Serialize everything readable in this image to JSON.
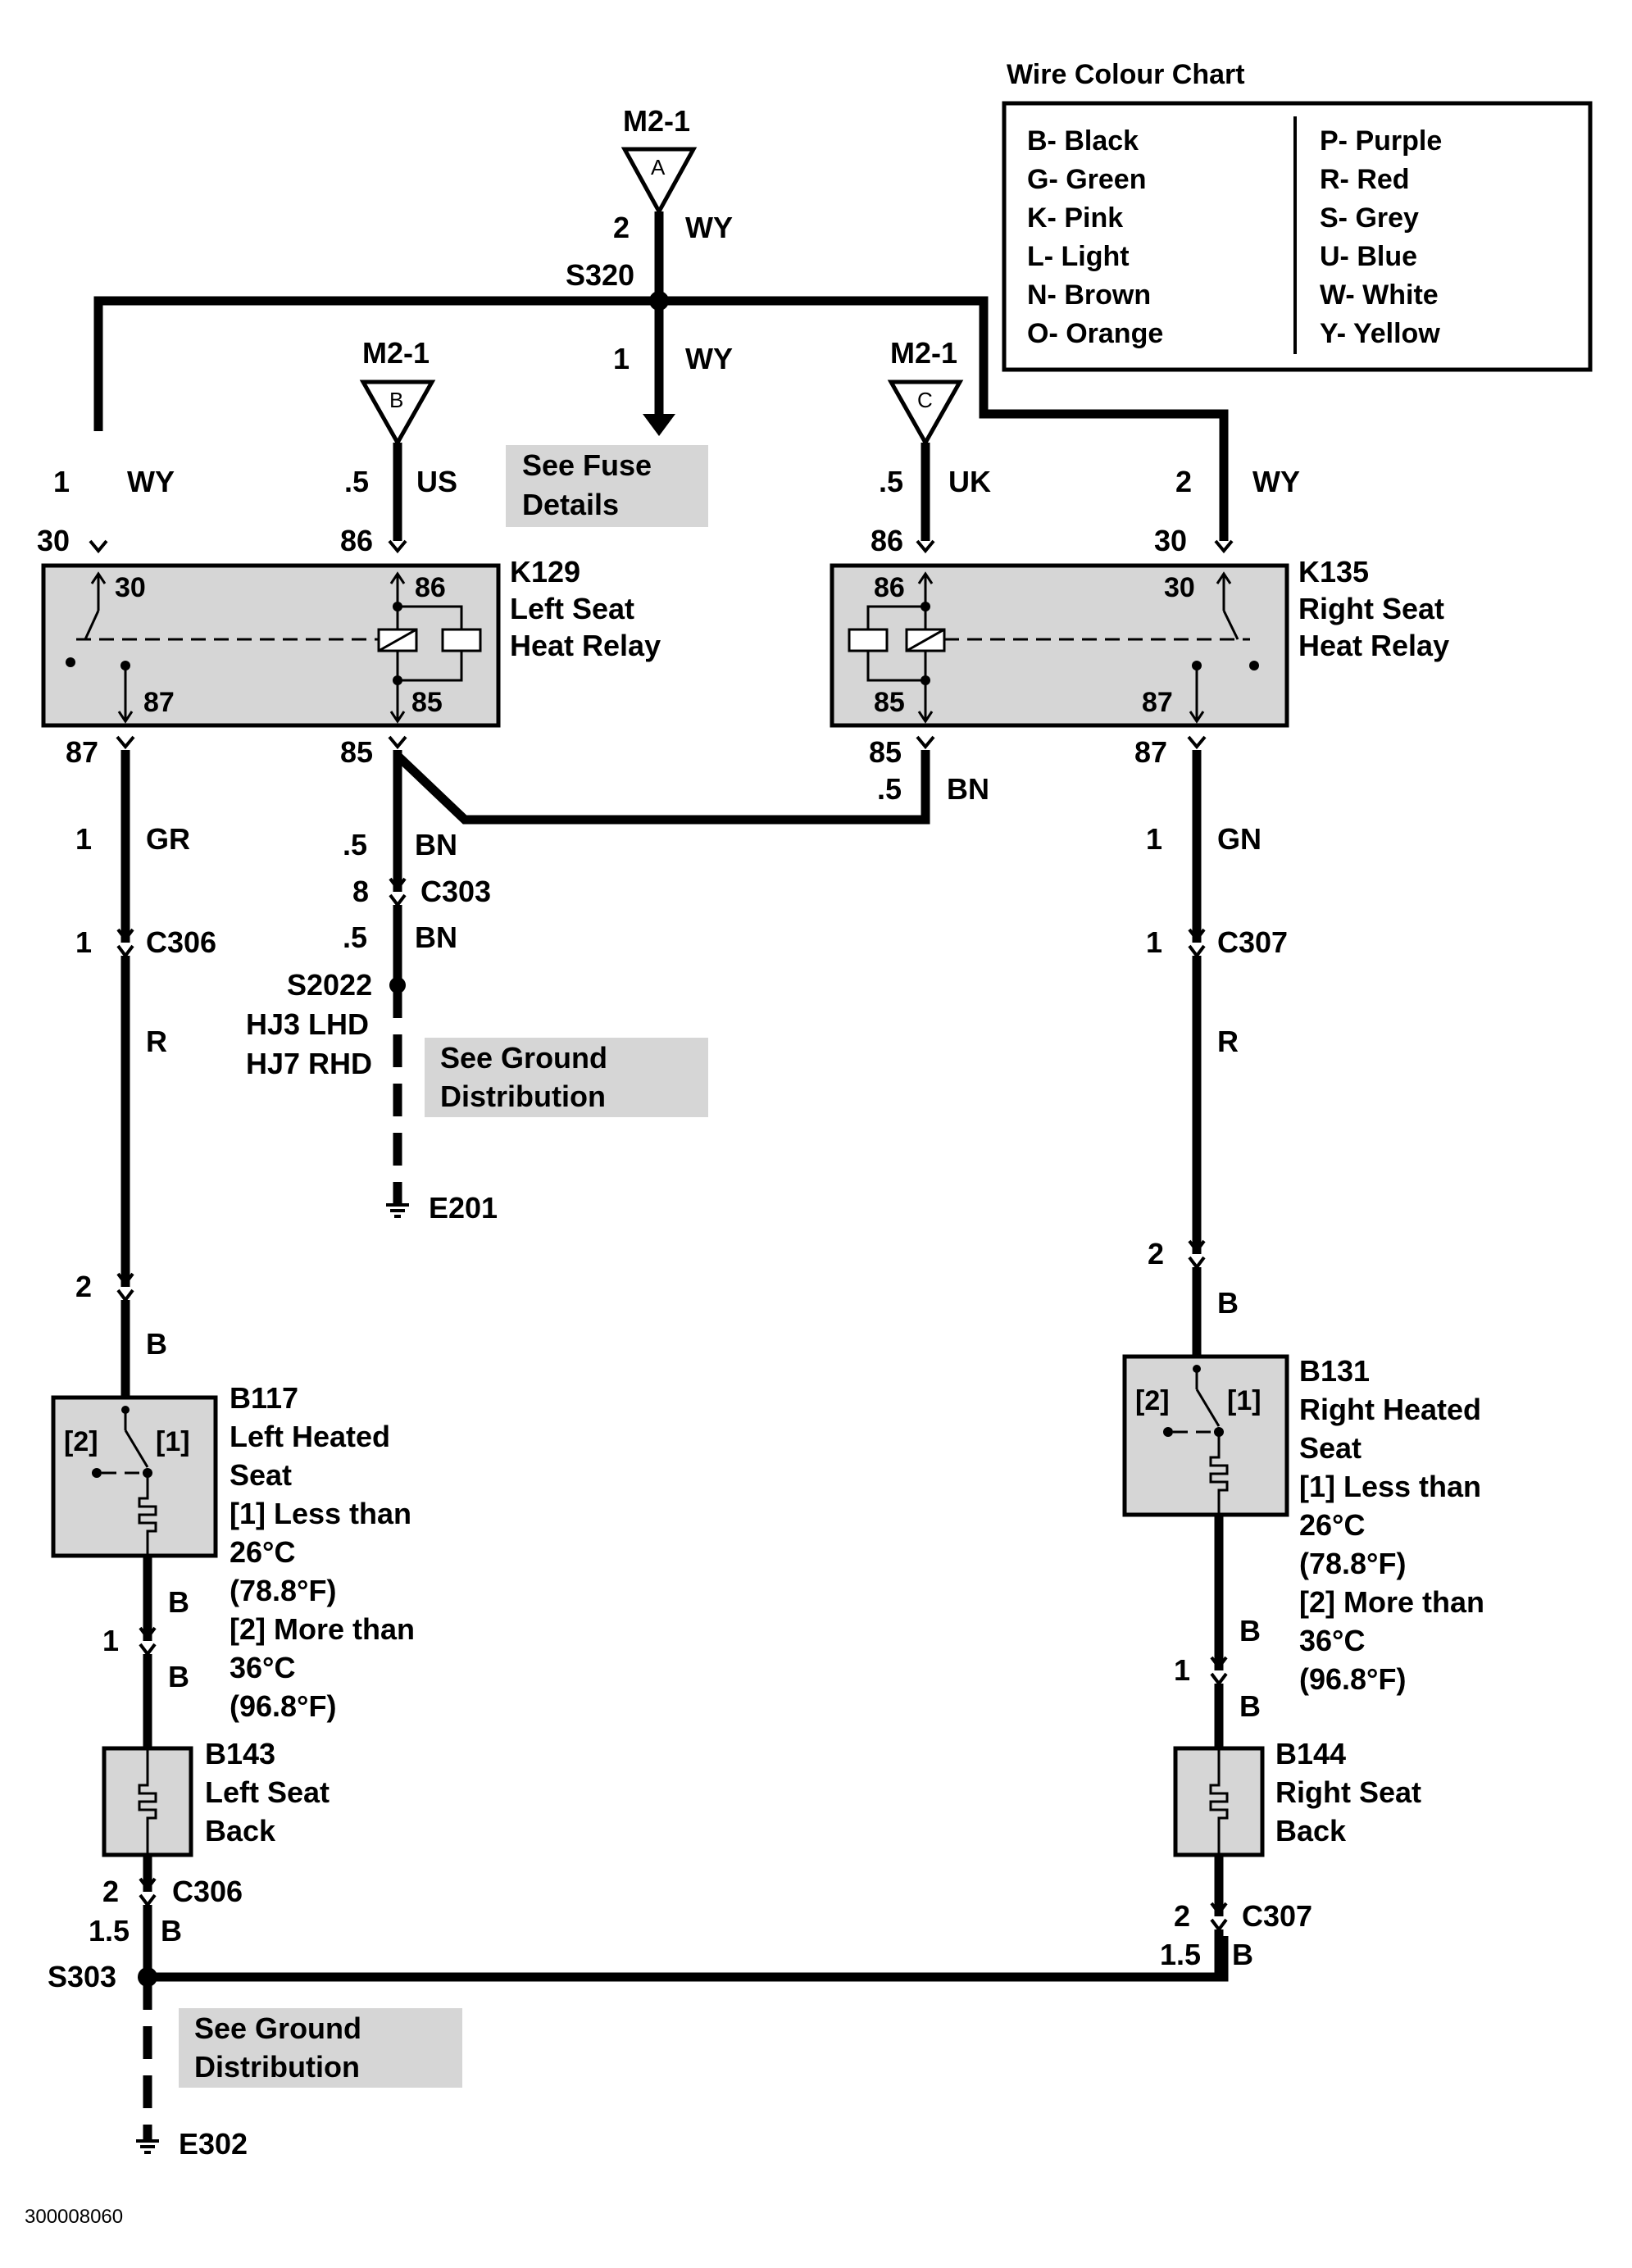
{
  "wire_colour_chart": {
    "title": "Wire Colour Chart",
    "left": [
      "B- Black",
      "G- Green",
      "K- Pink",
      "L- Light",
      "N- Brown",
      "O- Orange"
    ],
    "right": [
      "P- Purple",
      "R- Red",
      "S- Grey",
      "U- Blue",
      "W- White",
      "Y- Yellow"
    ]
  },
  "connectors": {
    "m2_1_a": {
      "id": "M2-1",
      "pin": "A"
    },
    "m2_1_b": {
      "id": "M2-1",
      "pin": "B"
    },
    "m2_1_c": {
      "id": "M2-1",
      "pin": "C"
    }
  },
  "splices": {
    "s320": "S320",
    "s2022": "S2022",
    "s303": "S303"
  },
  "notes": {
    "fuse_1": "See Fuse",
    "fuse_2": "Details",
    "ground1_1": "See Ground",
    "ground1_2": "Distribution",
    "ground2_1": "See Ground",
    "ground2_2": "Distribution"
  },
  "wires": {
    "top_size": "2",
    "top_color": "WY",
    "fuse_size": "1",
    "fuse_color": "WY",
    "k129_30_size": "1",
    "k129_30_color": "WY",
    "k129_86_size": ".5",
    "k129_86_color": "US",
    "k135_86_size": ".5",
    "k135_86_color": "UK",
    "k135_30_size": "2",
    "k135_30_color": "WY",
    "k129_87_size": "1",
    "k129_87_color": "GR",
    "k129_85_size": ".5",
    "k129_85_color": "BN",
    "c303_after_size": ".5",
    "c303_after_color": "BN",
    "k135_85_size": ".5",
    "k135_85_color": "BN",
    "k135_87_size": "1",
    "k135_87_color": "GN",
    "left_r": "R",
    "right_r": "R",
    "left_b1": "B",
    "left_b2": "B",
    "left_b3": "B",
    "right_b1": "B",
    "right_b2": "B",
    "right_b3": "B",
    "left_gnd_size": "1.5",
    "left_gnd_color": "B",
    "right_gnd_size": "1.5",
    "right_gnd_color": "B"
  },
  "relays": {
    "k129": {
      "id": "K129",
      "name1": "Left Seat",
      "name2": "Heat Relay",
      "pin30": "30",
      "pin86": "86",
      "pin87": "87",
      "pin85": "85"
    },
    "k135": {
      "id": "K135",
      "name1": "Right Seat",
      "name2": "Heat Relay",
      "pin30": "30",
      "pin86": "86",
      "pin87": "87",
      "pin85": "85"
    }
  },
  "pins": {
    "k129_30": "30",
    "k129_86": "86",
    "k129_87": "87",
    "k129_85": "85",
    "k135_86": "86",
    "k135_30": "30",
    "k135_85": "85",
    "k135_87": "87"
  },
  "inline_connectors": {
    "c306_top": {
      "pin": "1",
      "id": "C306"
    },
    "c303": {
      "pin": "8",
      "id": "C303"
    },
    "c307_top": {
      "pin": "1",
      "id": "C307"
    },
    "left_seat_2": {
      "pin": "2"
    },
    "right_seat_2": {
      "pin": "2"
    },
    "left_back_1": {
      "pin": "1"
    },
    "right_back_1": {
      "pin": "1"
    },
    "c306_bot": {
      "pin": "2",
      "id": "C306"
    },
    "c307_bot": {
      "pin": "2",
      "id": "C307"
    }
  },
  "ground_paths": {
    "hj3": "HJ3  LHD",
    "hj7": "HJ7  RHD"
  },
  "grounds": {
    "e201": "E201",
    "e302": "E302"
  },
  "seats": {
    "b117": {
      "id": "B117",
      "lines": [
        "Left Heated",
        "Seat",
        "[1]  Less than",
        "26°C",
        "(78.8°F)",
        "[2]  More than",
        "36°C",
        "(96.8°F)"
      ],
      "sw2": "[2]",
      "sw1": "[1]"
    },
    "b131": {
      "id": "B131",
      "lines": [
        "Right Heated",
        "Seat",
        "[1]  Less than",
        "26°C",
        "(78.8°F)",
        "[2]  More than",
        "36°C",
        "(96.8°F)"
      ],
      "sw2": "[2]",
      "sw1": "[1]"
    },
    "b143": {
      "id": "B143",
      "lines": [
        "Left Seat",
        "Back"
      ]
    },
    "b144": {
      "id": "B144",
      "lines": [
        "Right Seat",
        "Back"
      ]
    }
  },
  "figure_code": "300008060"
}
